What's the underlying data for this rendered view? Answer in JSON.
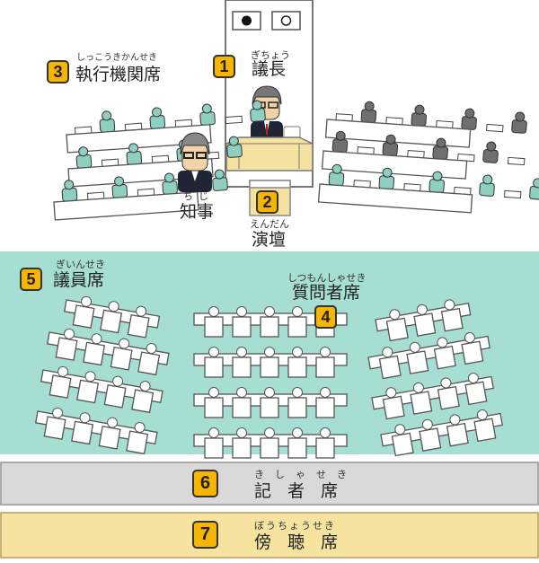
{
  "colors": {
    "badge": "#f6b500",
    "floor": "#a6ded3",
    "press": "#d9d9d9",
    "gallery": "#f6e39f",
    "exec_person": "#8ecfbf",
    "gray_person": "#6f6f6f",
    "desk_yellow": "#f6e2a0"
  },
  "chair": {
    "number": "1",
    "ruby": "ぎちょう",
    "label": "議長"
  },
  "podium": {
    "number": "2",
    "ruby": "えんだん",
    "label": "演壇"
  },
  "executive": {
    "number": "3",
    "ruby": "しっこうきかんせき",
    "label": "執行機関席"
  },
  "governor": {
    "ruby": "ちじ",
    "label": "知事"
  },
  "questioner": {
    "number": "4",
    "ruby": "しつもんしゃせき",
    "label": "質問者席"
  },
  "members": {
    "number": "5",
    "ruby": "ぎいんせき",
    "label": "議員席"
  },
  "press": {
    "number": "6",
    "ruby": "きしゃせき",
    "label": "記者席"
  },
  "gallery": {
    "number": "7",
    "ruby": "ぼうちょうせき",
    "label": "傍聴席"
  }
}
